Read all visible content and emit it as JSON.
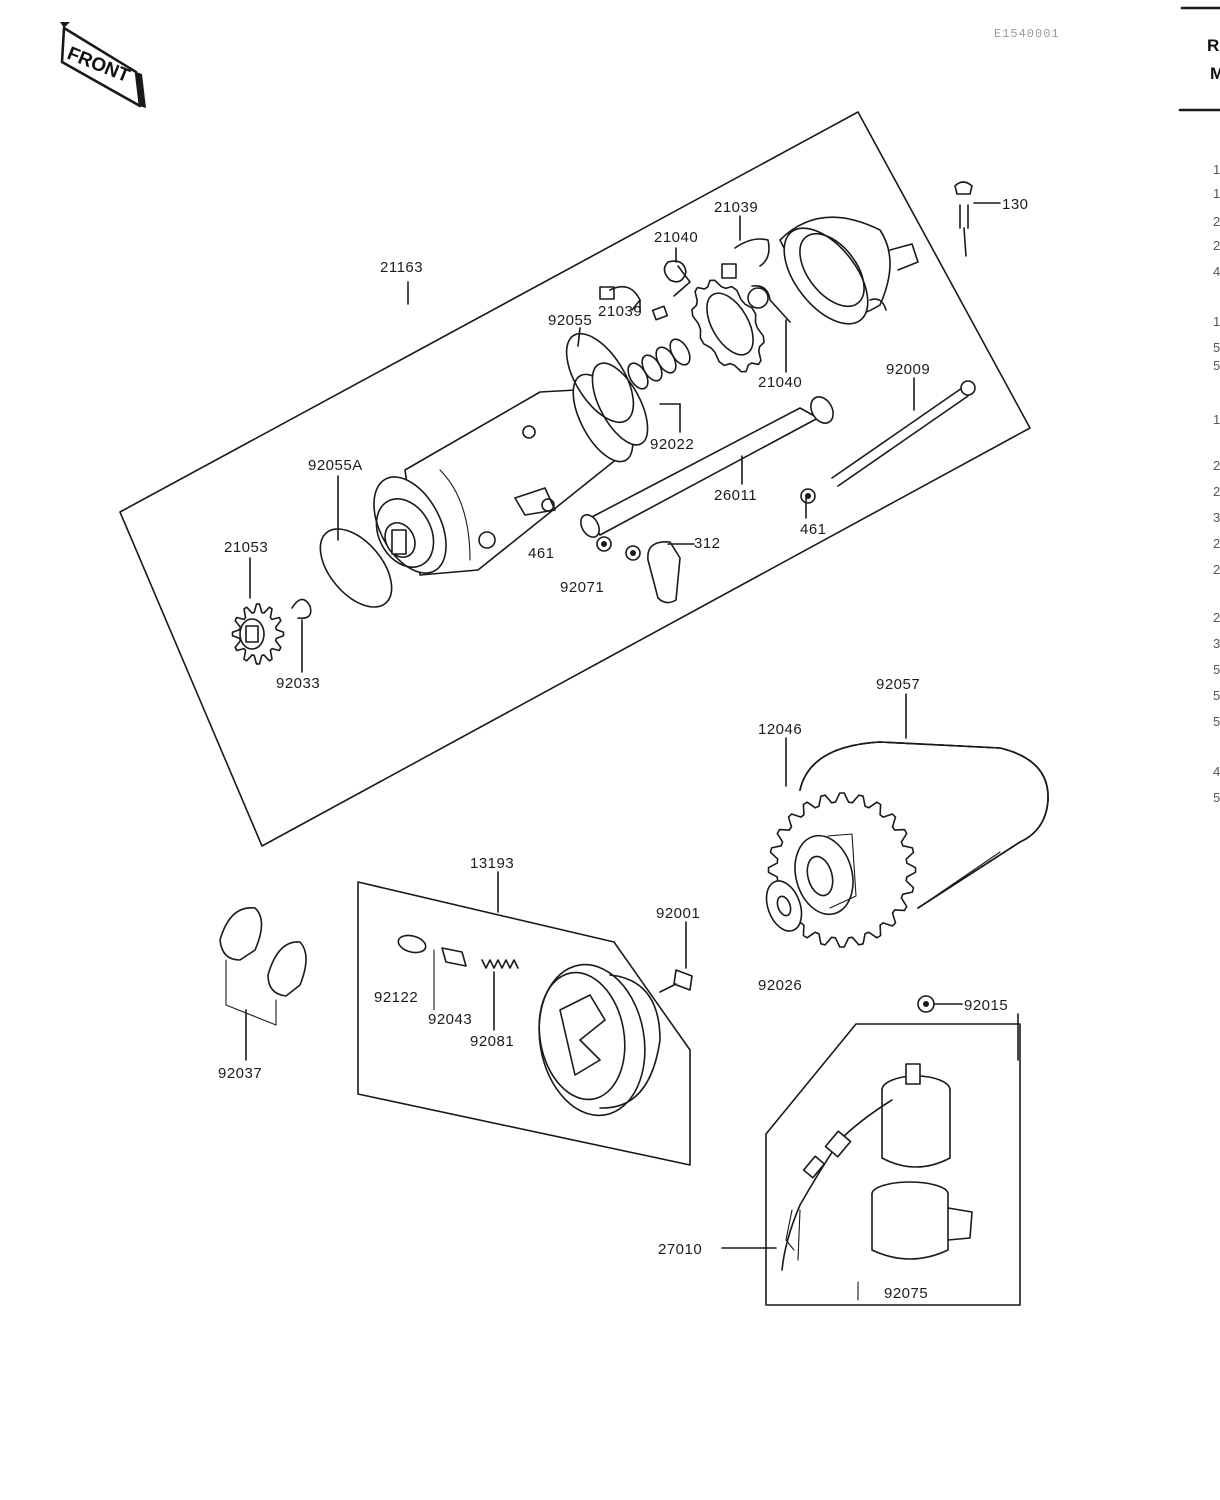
{
  "logo": {
    "text": "FRONT"
  },
  "figure_code": "E1540001",
  "right_column": {
    "header_lines": [
      "R",
      "M"
    ],
    "margin_marks": [
      "1",
      "1",
      "2",
      "2",
      "4",
      "1",
      "5",
      "5",
      "1",
      "2",
      "2",
      "3",
      "2",
      "2",
      "2",
      "3",
      "5",
      "5",
      "5",
      "4",
      "5"
    ]
  },
  "parts": {
    "p21163": "21163",
    "p21039a": "21039",
    "p21040a": "21040",
    "p92055": "92055",
    "p21039b": "21039",
    "p21040b": "21040",
    "p130": "130",
    "p92009": "92009",
    "p92022": "92022",
    "p26011": "26011",
    "p461a": "461",
    "p461b": "461",
    "p92055A": "92055A",
    "p21053": "21053",
    "p312": "312",
    "p92071": "92071",
    "p92033": "92033",
    "p92057": "92057",
    "p12046": "12046",
    "p13193": "13193",
    "p92001": "92001",
    "p92026": "92026",
    "p92015": "92015",
    "p92122": "92122",
    "p92043": "92043",
    "p92081": "92081",
    "p92037": "92037",
    "p27010": "27010",
    "p92075": "92075"
  }
}
